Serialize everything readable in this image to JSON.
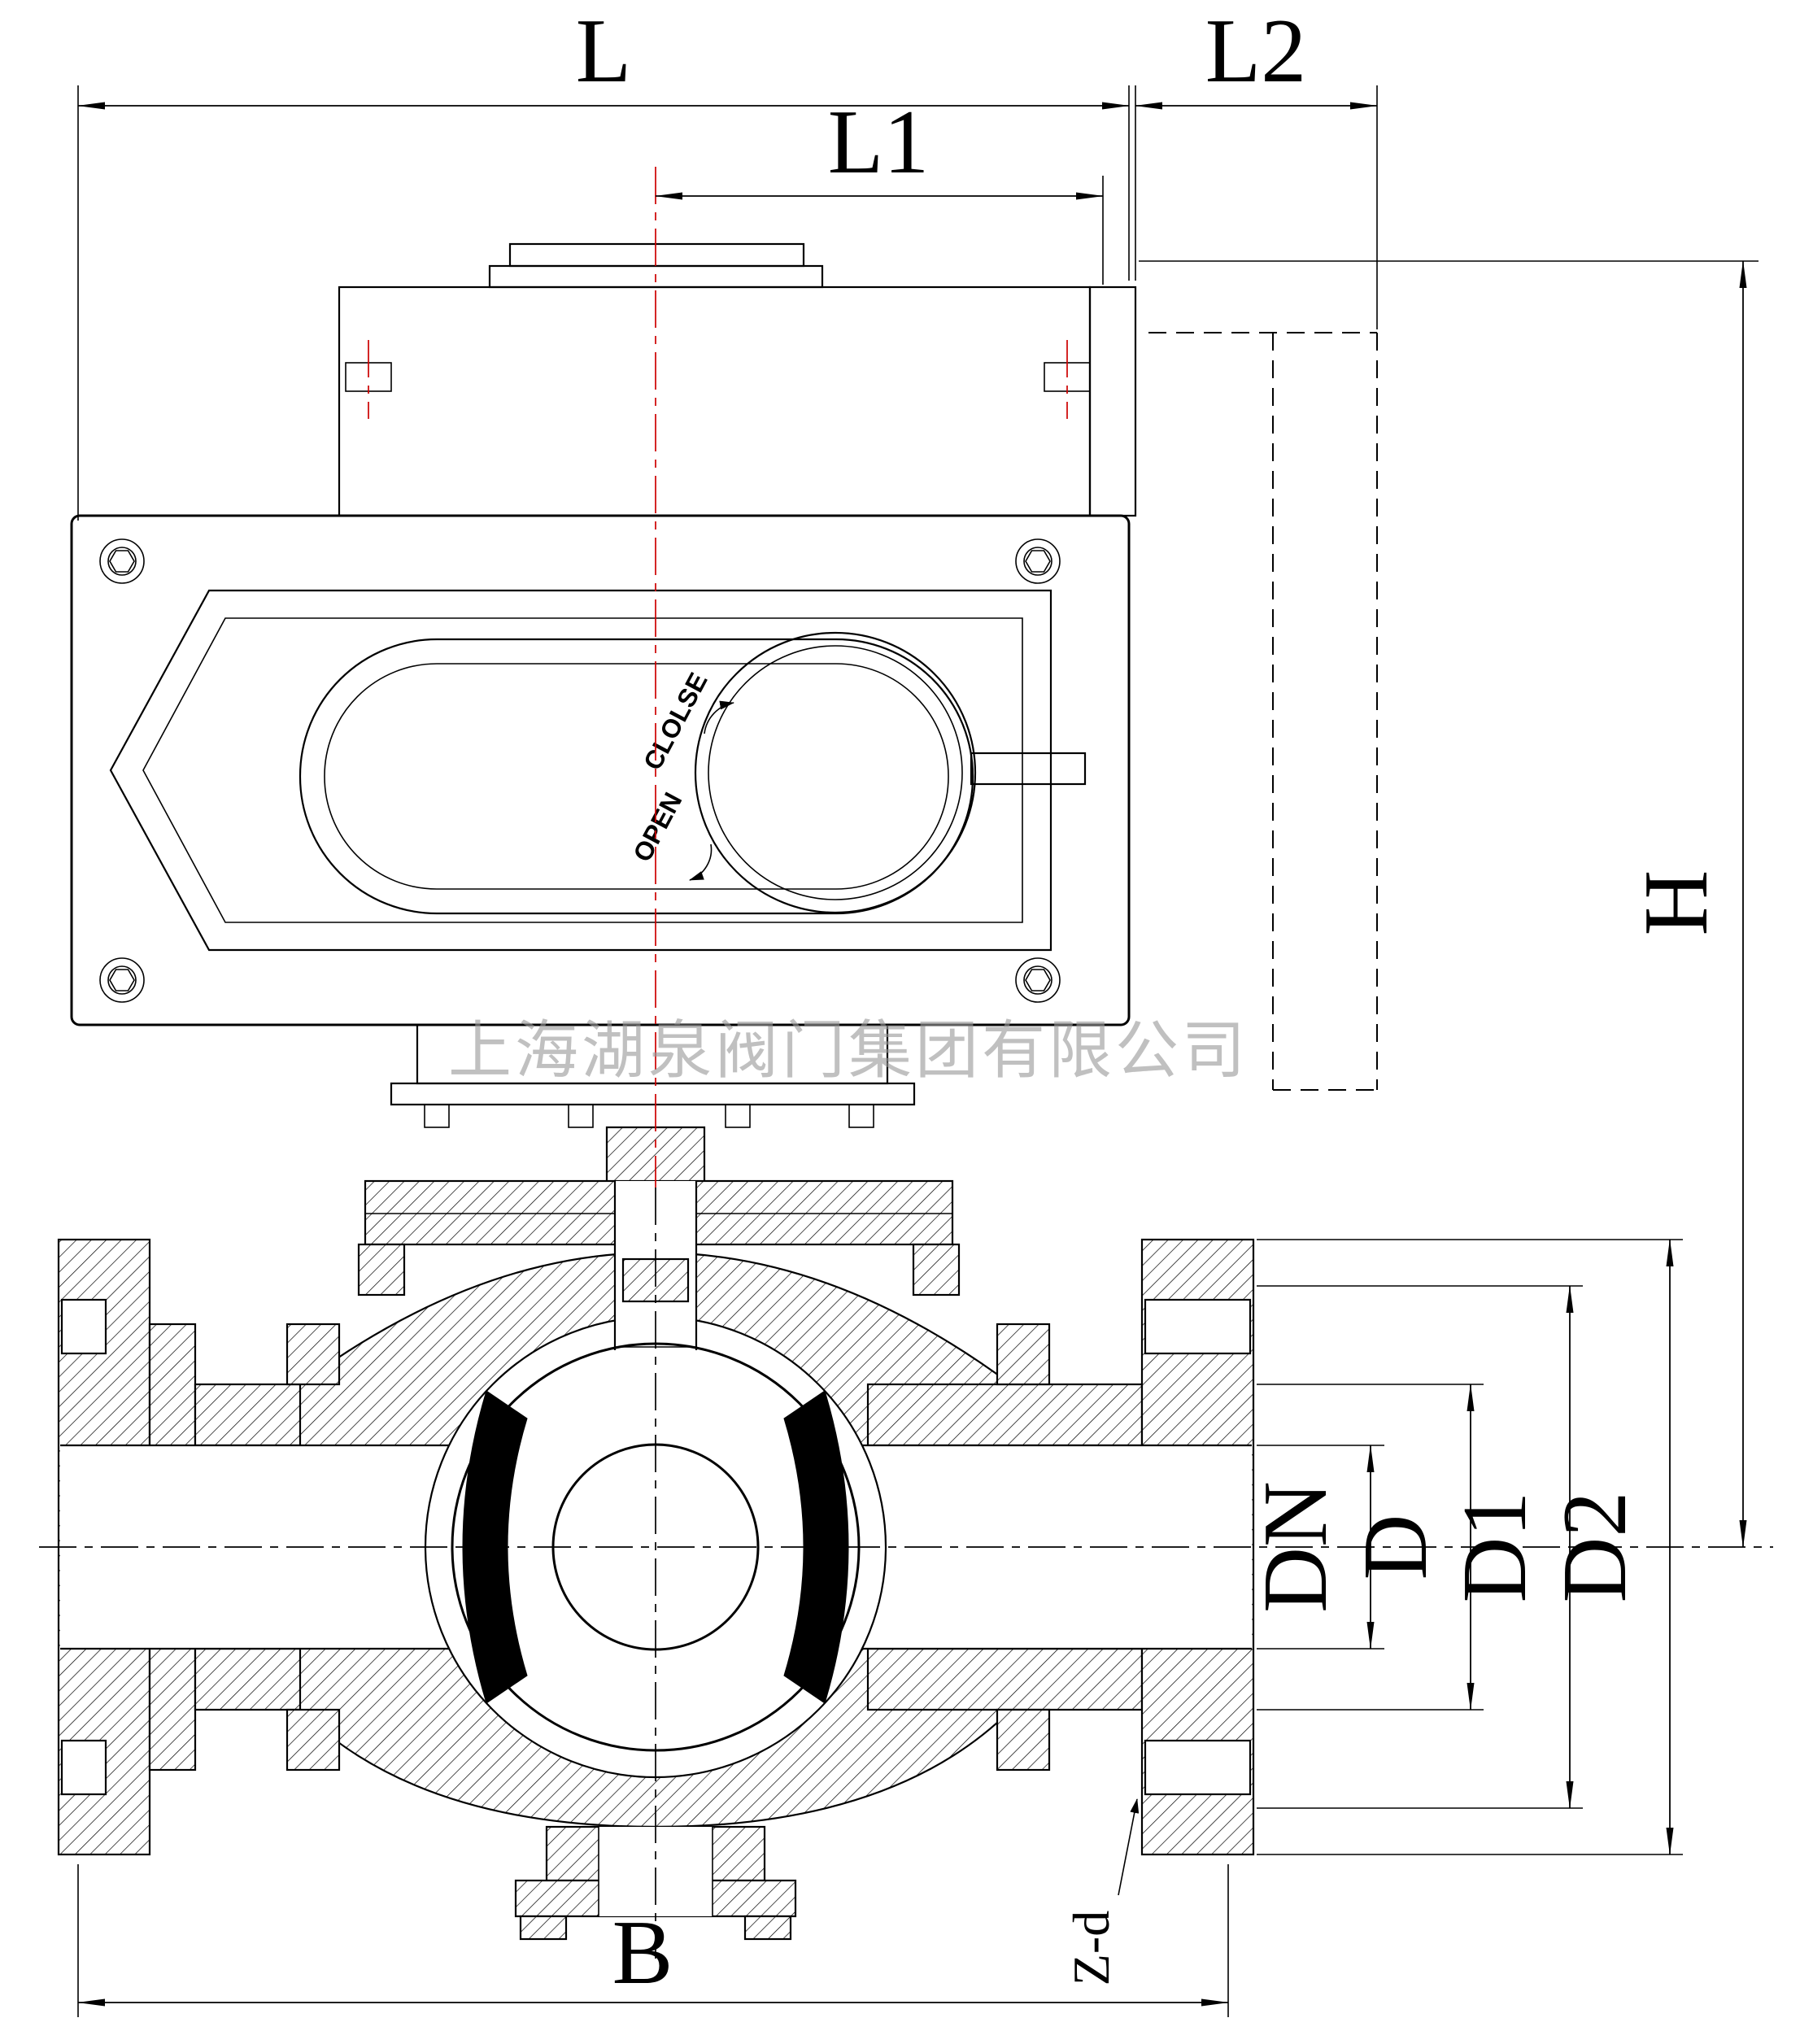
{
  "watermark": "上海湖泉阀门集团有限公司",
  "labels": {
    "L": "L",
    "L1": "L1",
    "L2": "L2",
    "H": "H",
    "B": "B",
    "DN": "DN",
    "D": "D",
    "D1": "D1",
    "D2": "D2",
    "Z_d": "Z-d"
  },
  "actuator": {
    "open": "OPEN",
    "close": "CLOLSE"
  },
  "colors": {
    "line": "#000000",
    "centerline": "#cc0000",
    "watermark": "#9a9a9a"
  }
}
